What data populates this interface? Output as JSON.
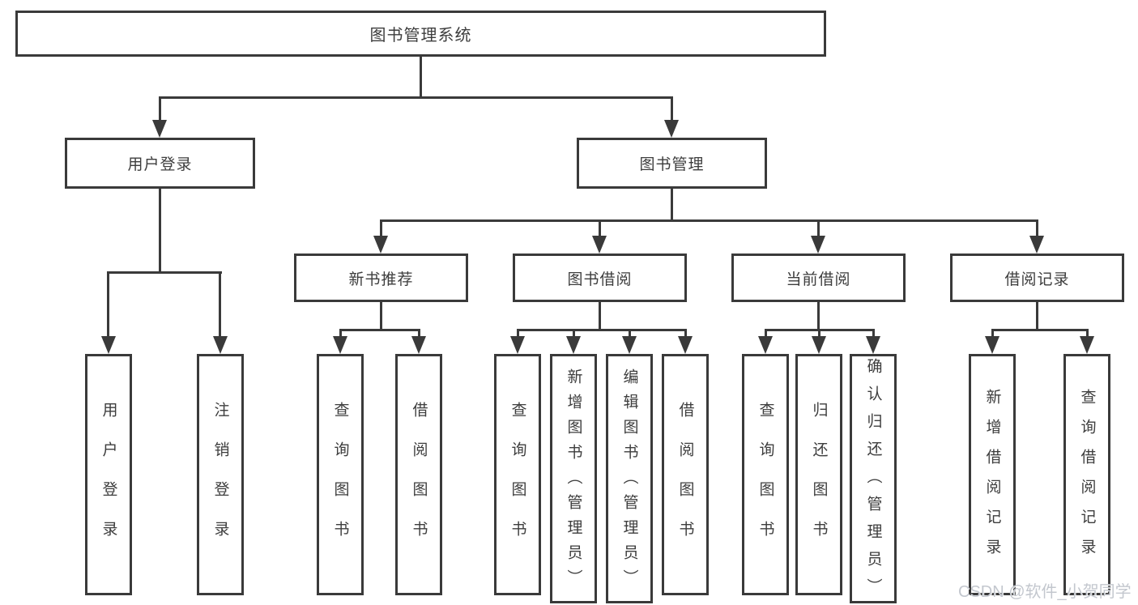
{
  "tree": {
    "root": {
      "label": "图书管理系统",
      "children": [
        {
          "label": "用户登录",
          "children": [
            {
              "label": "用户登录"
            },
            {
              "label": "注销登录"
            }
          ]
        },
        {
          "label": "图书管理",
          "children": [
            {
              "label": "新书推荐",
              "children": [
                {
                  "label": "查询图书"
                },
                {
                  "label": "借阅图书"
                }
              ]
            },
            {
              "label": "图书借阅",
              "children": [
                {
                  "label": "查询图书"
                },
                {
                  "label": "新增图书（管理员）"
                },
                {
                  "label": "编辑图书（管理员）"
                },
                {
                  "label": "借阅图书"
                }
              ]
            },
            {
              "label": "当前借阅",
              "children": [
                {
                  "label": "查询图书"
                },
                {
                  "label": "归还图书"
                },
                {
                  "label": "确认归还（管理员）"
                }
              ]
            },
            {
              "label": "借阅记录",
              "children": [
                {
                  "label": "新增借阅记录"
                },
                {
                  "label": "查询借阅记录"
                }
              ]
            }
          ]
        }
      ]
    }
  },
  "watermark": "CSDN @软件_小贺同学",
  "colors": {
    "line": "#3a3a3a",
    "text": "#3d3d3d",
    "background": "#ffffff",
    "watermark": "#c3c7ce"
  }
}
